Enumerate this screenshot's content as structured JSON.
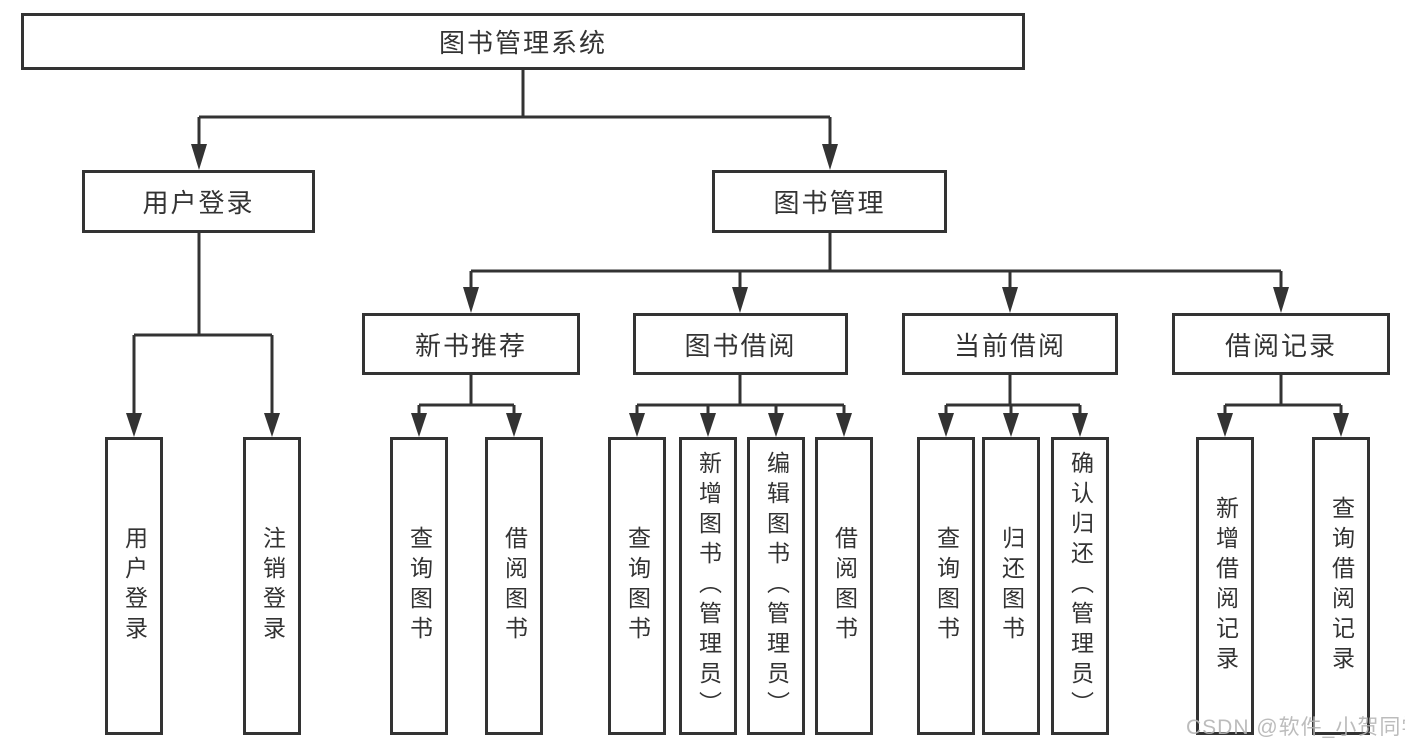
{
  "diagram": {
    "root": {
      "label": "图书管理系统"
    },
    "user_login": {
      "label": "用户登录",
      "children": [
        {
          "label": "用户登录"
        },
        {
          "label": "注销登录"
        }
      ]
    },
    "book_management": {
      "label": "图书管理",
      "sections": [
        {
          "label": "新书推荐",
          "children": [
            {
              "label": "查询图书"
            },
            {
              "label": "借阅图书"
            }
          ]
        },
        {
          "label": "图书借阅",
          "children": [
            {
              "label": "查询图书"
            },
            {
              "label": "新增图书（管理员）"
            },
            {
              "label": "编辑图书（管理员）"
            },
            {
              "label": "借阅图书"
            }
          ]
        },
        {
          "label": "当前借阅",
          "children": [
            {
              "label": "查询图书"
            },
            {
              "label": "归还图书"
            },
            {
              "label": "确认归还（管理员）"
            }
          ]
        },
        {
          "label": "借阅记录",
          "children": [
            {
              "label": "新增借阅记录"
            },
            {
              "label": "查询借阅记录"
            }
          ]
        }
      ]
    }
  },
  "watermark": {
    "text": "CSDN @软件_小贺同学"
  },
  "colors": {
    "line": "#333333",
    "text": "#333333",
    "watermark": "#b5b5b5",
    "background": "#ffffff"
  }
}
